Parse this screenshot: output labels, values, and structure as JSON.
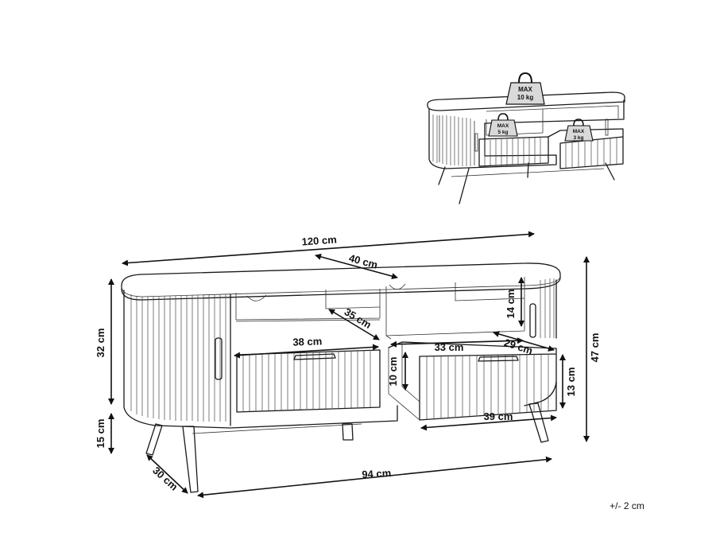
{
  "weights": {
    "top": {
      "line1": "MAX",
      "line2": "10 kg"
    },
    "shelf": {
      "line1": "MAX",
      "line2": "5 kg"
    },
    "drawer": {
      "line1": "MAX",
      "line2": "3 kg"
    }
  },
  "dimensions": {
    "width": "120 cm",
    "top_depth": "40 cm",
    "shelf_depth": "35 cm",
    "shelf_height": "14 cm",
    "body_height": "32 cm",
    "total_height": "47 cm",
    "leg_height": "15 cm",
    "left_drawer_width": "38 cm",
    "right_drawer_width": "33 cm",
    "drawer_depth": "29 cm",
    "inner_drawer_height": "10 cm",
    "drawer_front_height": "13 cm",
    "drawer_front_width": "39 cm",
    "leg_depth": "30 cm",
    "leg_span": "94 cm"
  },
  "tolerance": "+/- 2 cm"
}
